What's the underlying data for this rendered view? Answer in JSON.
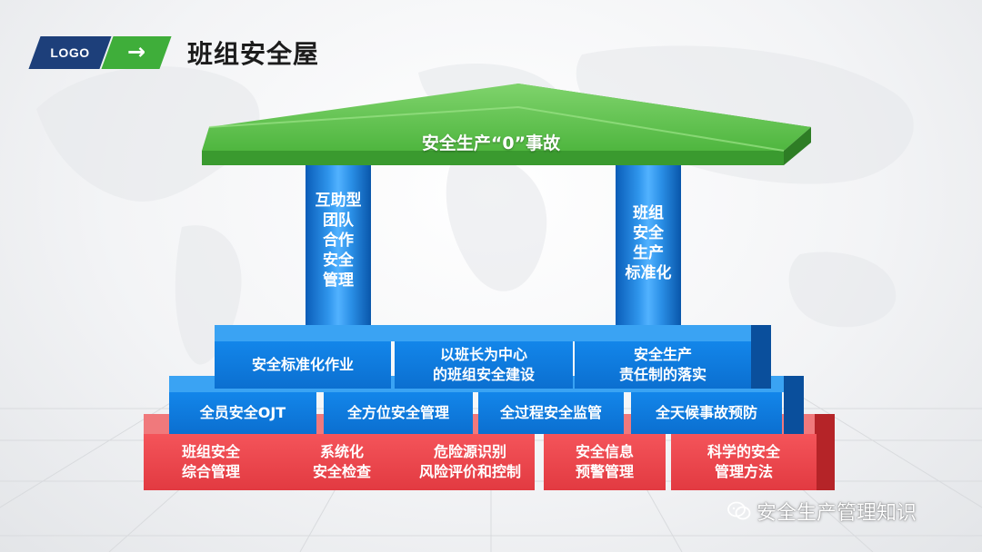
{
  "header": {
    "logo_text": "LOGO",
    "arrow_glyph": "→",
    "title": "班组安全屋"
  },
  "roof": {
    "label": "安全生产“0”事故"
  },
  "pillars": [
    {
      "lines": [
        "互助型",
        "团队",
        "合作",
        "安全",
        "管理"
      ]
    },
    {
      "lines": [
        "班组",
        "安全",
        "生产",
        "标准化"
      ]
    }
  ],
  "row1": [
    {
      "lines": [
        "安全标准化作业"
      ]
    },
    {
      "lines": [
        "以班长为中心",
        "的班组安全建设"
      ]
    },
    {
      "lines": [
        "安全生产",
        "责任制的落实"
      ]
    }
  ],
  "row2": [
    {
      "lines": [
        "全员安全OJT"
      ]
    },
    {
      "lines": [
        "全方位安全管理"
      ]
    },
    {
      "lines": [
        "全过程安全监管"
      ]
    },
    {
      "lines": [
        "全天候事故预防"
      ]
    }
  ],
  "row3": [
    {
      "lines": [
        "班组安全",
        "综合管理"
      ]
    },
    {
      "lines": [
        "系统化",
        "安全检查"
      ]
    },
    {
      "lines": [
        "危险源识别",
        "风险评价和控制"
      ]
    },
    {
      "lines": [
        "安全信息",
        "预警管理"
      ]
    },
    {
      "lines": [
        "科学的安全",
        "管理方法"
      ]
    }
  ],
  "watermark": {
    "text": "安全生产管理知识",
    "icon": "wechat-icon"
  },
  "colors": {
    "roof_green": "#5cc04d",
    "pillar_blue": "#2a8fe6",
    "block_blue": "#0b6fd0",
    "block_red": "#e23a41",
    "logo_blue": "#1d3f7a",
    "arrow_green": "#3fae3a"
  }
}
